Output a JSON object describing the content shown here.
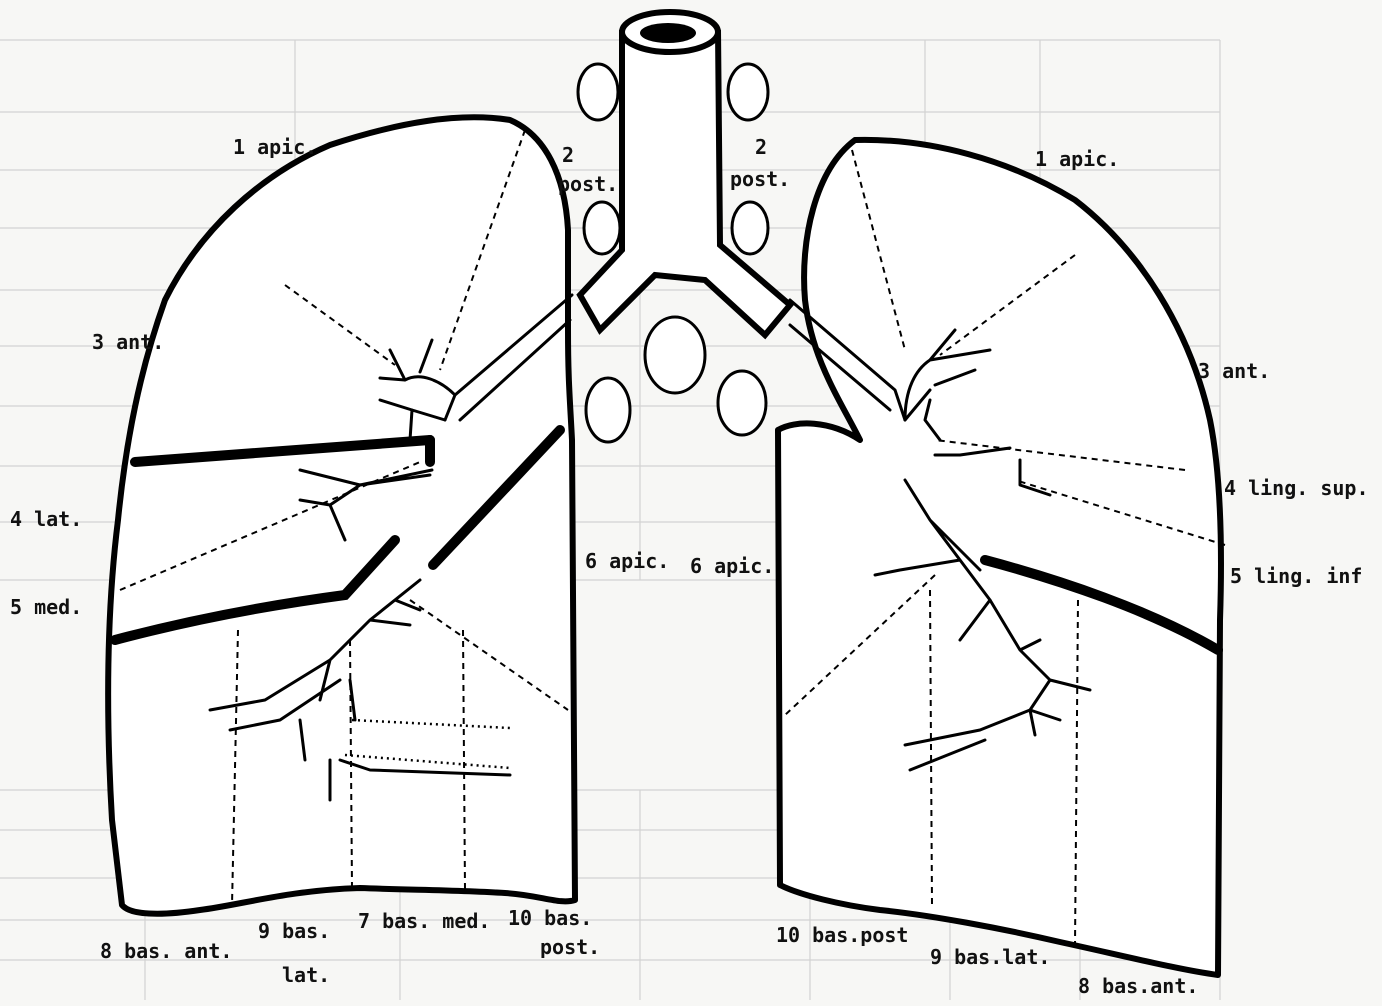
{
  "right_lung_labels": {
    "seg1": "1 apic.",
    "seg2_a": "2",
    "seg2_b": "post.",
    "seg3": "3 ant.",
    "seg4": "4 lat.",
    "seg5": "5 med.",
    "seg6": "6 apic.",
    "seg7": "7 bas. med.",
    "seg8": "8 bas. ant.",
    "seg9_a": "9 bas.",
    "seg9_b": "lat.",
    "seg10_a": "10 bas.",
    "seg10_b": "post."
  },
  "left_lung_labels": {
    "seg1": "1 apic.",
    "seg2_a": "2",
    "seg2_b": "post.",
    "seg3": "3 ant.",
    "seg4": "4 ling. sup.",
    "seg5": "5 ling. inf",
    "seg6": "6 apic.",
    "seg8": "8 bas.ant.",
    "seg9": "9 bas.lat.",
    "seg10": "10 bas.post"
  }
}
